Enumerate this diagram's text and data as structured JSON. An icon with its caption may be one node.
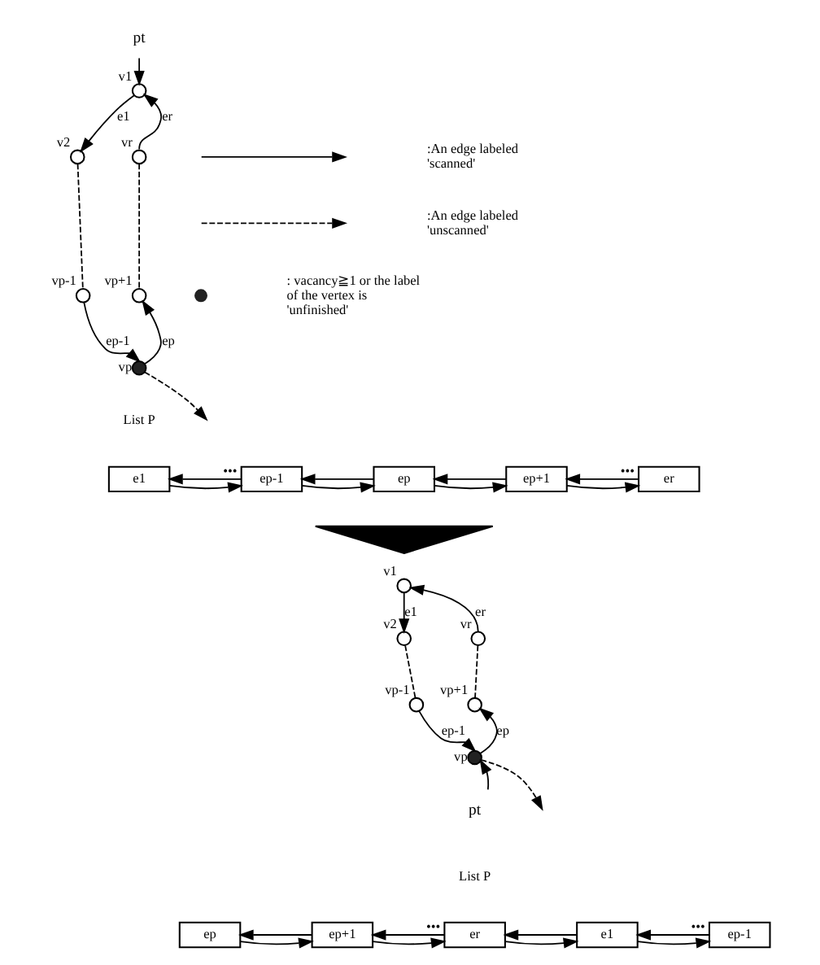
{
  "diagram": {
    "nodes": [
      {
        "text": [
          "pt"
        ]
      },
      {
        "text": [],
        "shape": "circle",
        "beside": [
          "v1"
        ]
      },
      {
        "text": [],
        "shape": "circle",
        "beside": [
          "v2"
        ]
      },
      {
        "text": [],
        "shape": "circle",
        "beside": [
          "vr"
        ]
      },
      {
        "text": [],
        "shape": "circle",
        "beside": [
          "vp-1"
        ]
      },
      {
        "text": [],
        "shape": "circle",
        "beside": [
          "vp+1"
        ]
      },
      {
        "text": [],
        "shape": "circle",
        "beside": [
          "vp"
        ]
      },
      {
        "text": [
          "e1"
        ]
      },
      {
        "text": [
          "ep-1"
        ]
      },
      {
        "text": [
          "ep"
        ]
      },
      {
        "text": [
          "ep+1"
        ]
      },
      {
        "text": [
          "er"
        ]
      },
      {
        "text": [],
        "shape": "arrow"
      },
      {
        "text": [],
        "shape": "circle",
        "beside": [
          "v1"
        ]
      },
      {
        "text": [],
        "shape": "circle",
        "beside": [
          "v2"
        ]
      },
      {
        "text": [],
        "shape": "circle",
        "beside": [
          "vr"
        ]
      },
      {
        "text": [],
        "shape": "circle",
        "beside": [
          "vp-1"
        ]
      },
      {
        "text": [],
        "shape": "circle",
        "beside": [
          "vp+1"
        ]
      },
      {
        "text": [],
        "shape": "circle",
        "beside": [
          "vp"
        ]
      },
      {
        "text": [
          "pt"
        ]
      },
      {
        "text": [
          "ep"
        ]
      },
      {
        "text": [
          "ep+1"
        ]
      },
      {
        "text": [
          "er"
        ]
      },
      {
        "text": [
          "e1"
        ]
      },
      {
        "text": [
          "ep-1"
        ]
      }
    ],
    "edges": [
      {
        "from": 0,
        "to": 1,
        "arrow": "to"
      },
      {
        "from": 1,
        "to": 2,
        "arrow": "to",
        "label": "e1"
      },
      {
        "from": 3,
        "to": 1,
        "arrow": "to",
        "label": "er"
      },
      {
        "from": 2,
        "to": 4,
        "arrow": "none",
        "style": "dashed"
      },
      {
        "from": 3,
        "to": 5,
        "arrow": "none",
        "style": "dashed"
      },
      {
        "from": 4,
        "to": 6,
        "arrow": "to",
        "label": "ep-1"
      },
      {
        "from": 6,
        "to": 5,
        "arrow": "to",
        "label": "ep"
      },
      {
        "from": 6,
        "to": null,
        "arrow": "to",
        "style": "dashed"
      },
      {
        "from": 7,
        "to": 8,
        "arrow": "to",
        "label": "•••"
      },
      {
        "from": 8,
        "to": 7,
        "arrow": "to"
      },
      {
        "from": 8,
        "to": 9,
        "arrow": "to"
      },
      {
        "from": 9,
        "to": 8,
        "arrow": "to"
      },
      {
        "from": 9,
        "to": 10,
        "arrow": "to"
      },
      {
        "from": 10,
        "to": 9,
        "arrow": "to"
      },
      {
        "from": 10,
        "to": 11,
        "arrow": "to",
        "label": "•••"
      },
      {
        "from": 11,
        "to": 10,
        "arrow": "to"
      },
      {
        "from": 13,
        "to": 14,
        "arrow": "to",
        "label": "e1"
      },
      {
        "from": 15,
        "to": 13,
        "arrow": "to",
        "label": "er"
      },
      {
        "from": 14,
        "to": 16,
        "arrow": "none",
        "style": "dashed"
      },
      {
        "from": 15,
        "to": 17,
        "arrow": "none",
        "style": "dashed"
      },
      {
        "from": 16,
        "to": 18,
        "arrow": "to",
        "label": "ep-1"
      },
      {
        "from": 18,
        "to": 17,
        "arrow": "to",
        "label": "ep"
      },
      {
        "from": 18,
        "to": null,
        "arrow": "to",
        "style": "dashed"
      },
      {
        "from": 19,
        "to": 18,
        "arrow": "to"
      },
      {
        "from": 20,
        "to": 21,
        "arrow": "to"
      },
      {
        "from": 21,
        "to": 20,
        "arrow": "to"
      },
      {
        "from": 21,
        "to": 22,
        "arrow": "to",
        "label": "•••"
      },
      {
        "from": 22,
        "to": 21,
        "arrow": "to"
      },
      {
        "from": 22,
        "to": 23,
        "arrow": "to"
      },
      {
        "from": 23,
        "to": 22,
        "arrow": "to"
      },
      {
        "from": 23,
        "to": 24,
        "arrow": "to",
        "label": "•••"
      },
      {
        "from": 24,
        "to": 23,
        "arrow": "to"
      }
    ],
    "labels": [
      "List P",
      "List P"
    ],
    "legend": [
      {
        "text": ":An edge labeled 'scanned'"
      },
      {
        "text": ":An edge labeled 'unscanned'"
      },
      {
        "text": ": vacancy≧1 or the label of the vertex is 'unfinished'"
      }
    ]
  }
}
